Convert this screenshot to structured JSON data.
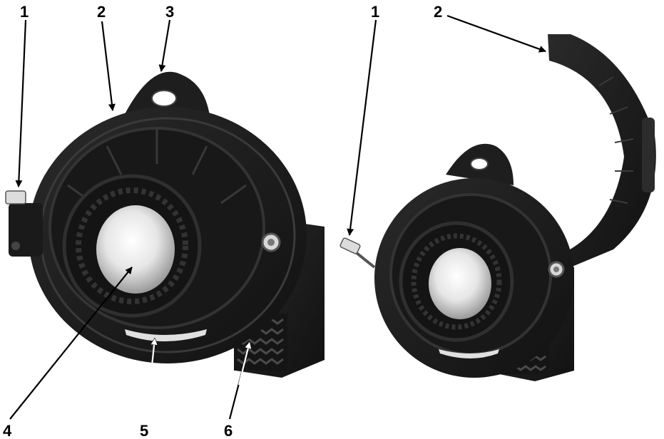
{
  "callouts": {
    "left": {
      "c1": "1",
      "c2": "2",
      "c3": "3",
      "c4": "4",
      "c5": "5",
      "c6": "6"
    },
    "right": {
      "c1": "1",
      "c2": "2"
    }
  },
  "colors": {
    "body": "#1c1c1c",
    "body_edge": "#2e2e2e",
    "lens": "#eeeeee",
    "label": "#000000",
    "arrow_white": "#ffffff"
  }
}
